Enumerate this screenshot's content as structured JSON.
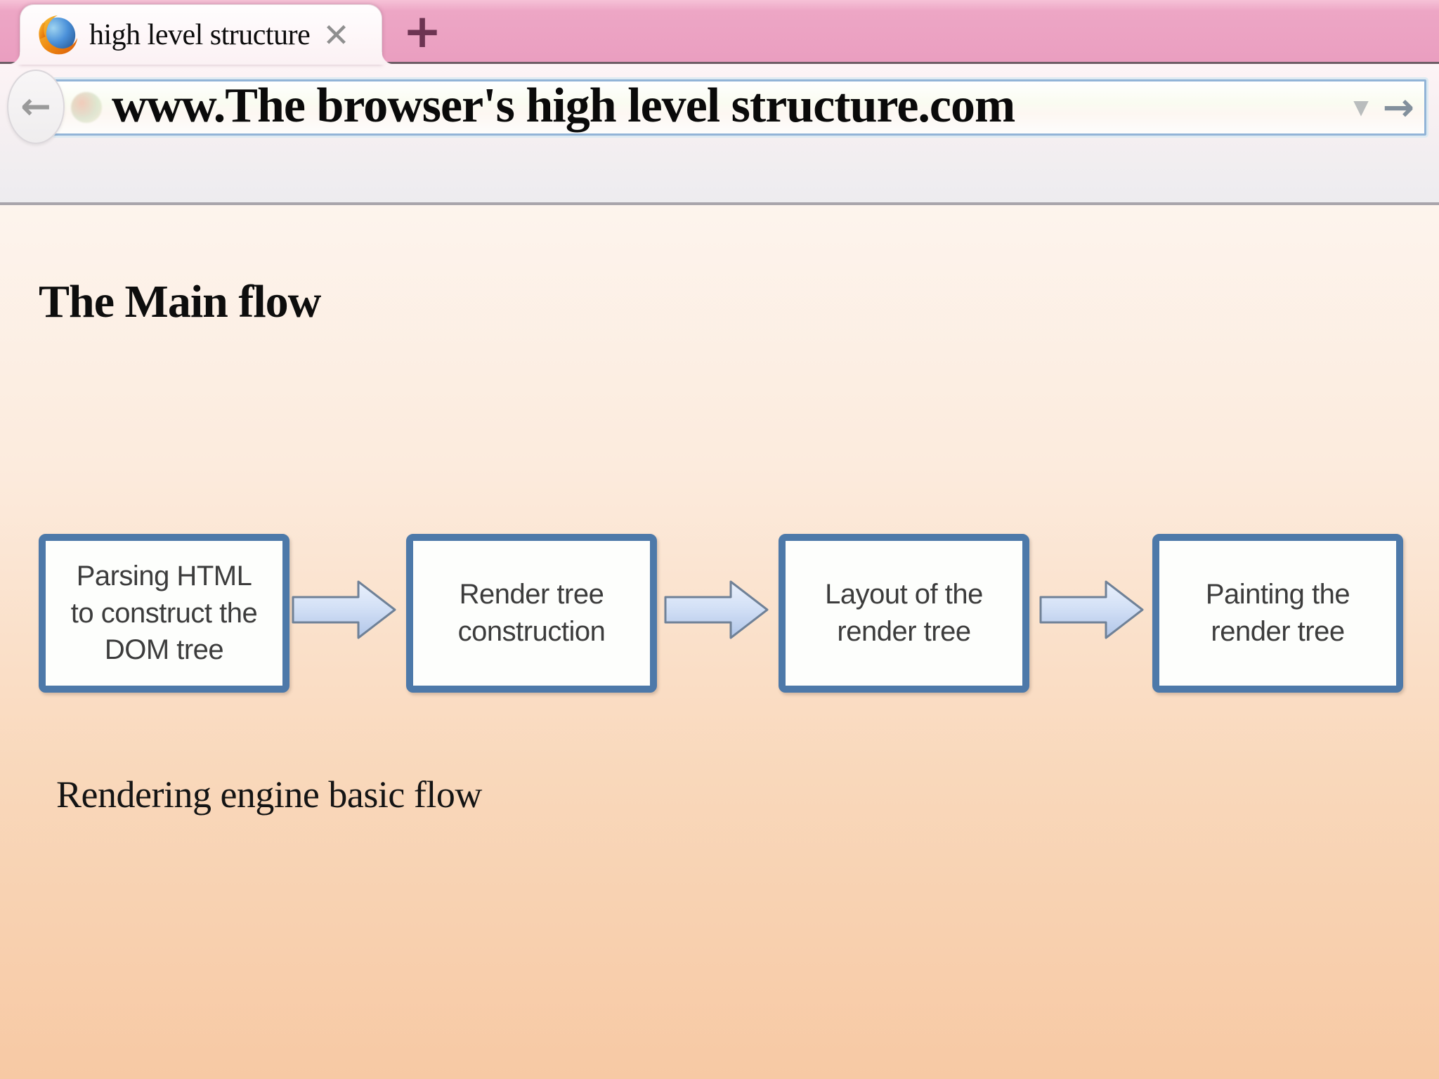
{
  "browser": {
    "tab": {
      "title": "high level structure"
    },
    "icons": {
      "close": "✕",
      "new_tab": "+",
      "back": "←",
      "dropdown": "▼",
      "go": "→"
    },
    "address_bar": {
      "url": "www.The browser's high level structure.com"
    }
  },
  "page": {
    "heading": "The Main flow",
    "caption": "Rendering engine basic flow",
    "flow_boxes": [
      {
        "label": "Parsing HTML to construct the DOM tree"
      },
      {
        "label": "Render tree construction"
      },
      {
        "label": "Layout of the render tree"
      },
      {
        "label": "Painting the render tree"
      }
    ]
  },
  "colors": {
    "titlebar_pink": "#ea9ec0",
    "box_border": "#4d79a9",
    "arrow_stroke": "#6f8197",
    "arrow_fill_top": "#e8effb",
    "arrow_fill_bottom": "#b3c7e9",
    "address_bar_border": "#92b4d7",
    "content_gradient_top": "#fdf4ed",
    "content_gradient_bottom": "#f7c9a4"
  }
}
